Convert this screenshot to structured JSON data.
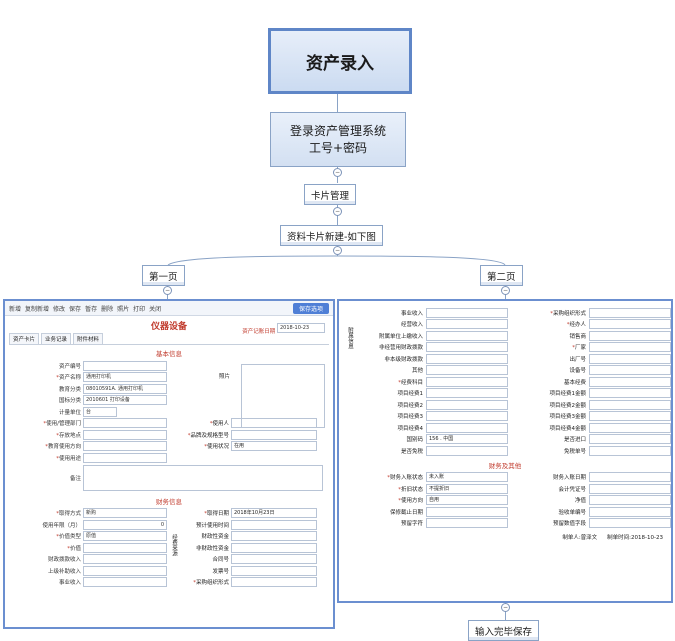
{
  "root": "资产录入",
  "login": {
    "line1": "登录资产管理系统",
    "line2": "工号+密码"
  },
  "card_mgmt": "卡片管理",
  "new_card": "资料卡片新建-如下图",
  "page1": "第一页",
  "page2": "第二页",
  "final": "输入完毕保存",
  "form1": {
    "toolbar": [
      "新增",
      "复制新增",
      "修改",
      "保存",
      "暂存",
      "删除",
      "照片",
      "打印",
      "关闭"
    ],
    "toolbar_button": "保存选项",
    "title": "仪器设备",
    "date_label": "资产记账日期",
    "date_value": "2018-10-23",
    "tabs": [
      "资产卡片",
      "业务记录",
      "附件材料"
    ],
    "section1": "基本信息",
    "section2": "财务信息",
    "photo_label": "照片",
    "remark_label": "备注",
    "fields": [
      {
        "label": "资产编号",
        "value": "",
        "req": false
      },
      {
        "label": "资产名称",
        "value": "通用打印机",
        "req": true
      },
      {
        "label": "教育分类",
        "value": "08010591A. 通用打印机",
        "req": false
      },
      {
        "label": "国标分类",
        "value": "2010601 打印设备",
        "req": false
      },
      {
        "label": "计量单位",
        "value": "台",
        "req": false
      }
    ],
    "pair_fields": [
      {
        "l1": "使用/管理部门",
        "v1": "",
        "l2": "使用人",
        "v2": ""
      },
      {
        "l1": "存放地点",
        "v1": "",
        "l2": "品牌及规格型号",
        "v2": ""
      },
      {
        "l1": "教育使用方向",
        "v1": "",
        "l2": "使用状况",
        "v2": "在用"
      },
      {
        "l1": "使用用途",
        "v1": "",
        "l2": "",
        "v2": ""
      }
    ],
    "fin_fields": [
      {
        "l1": "取得方式",
        "v1": "新购",
        "l2": "取得日期",
        "v2": "2018年10月23日"
      },
      {
        "l1": "使用年限（月）",
        "v1": "0",
        "l2": "预计使用时间",
        "v2": ""
      },
      {
        "l1": "价值类型",
        "v1": "原值",
        "l2": "财政性资金",
        "v2": ""
      },
      {
        "l1": "价值",
        "v1": "",
        "l2": "非财政性资金",
        "v2": ""
      },
      {
        "l1": "财政拨款收入",
        "v1": "",
        "l2": "合同号",
        "v2": ""
      },
      {
        "l1": "上级补助收入",
        "v1": "",
        "l2": "发票号",
        "v2": ""
      },
      {
        "l1": "事业收入",
        "v1": "",
        "l2": "采购组织形式",
        "v2": ""
      }
    ],
    "side_note": "经费来源"
  },
  "form2": {
    "side_label": "附属信息",
    "rows": [
      {
        "l1": "事业收入",
        "v1": "",
        "l2": "采购组织形式",
        "v2": ""
      },
      {
        "l1": "经营收入",
        "v1": "",
        "l2": "经办人",
        "v2": ""
      },
      {
        "l1": "附属单位上缴收入",
        "v1": "",
        "l2": "销售商",
        "v2": ""
      },
      {
        "l1": "非经营用财政拨款",
        "v1": "",
        "l2": "厂家",
        "v2": ""
      },
      {
        "l1": "非本级财政拨款",
        "v1": "",
        "l2": "出厂号",
        "v2": ""
      },
      {
        "l1": "其他",
        "v1": "",
        "l2": "设备号",
        "v2": ""
      },
      {
        "l1": "经费科目",
        "v1": "",
        "l2": "基本经费",
        "v2": ""
      },
      {
        "l1": "项目经费1",
        "v1": "",
        "l2": "项目经费1金额",
        "v2": ""
      },
      {
        "l1": "项目经费2",
        "v1": "",
        "l2": "项目经费2金额",
        "v2": ""
      },
      {
        "l1": "项目经费3",
        "v1": "",
        "l2": "项目经费3金额",
        "v2": ""
      },
      {
        "l1": "项目经费4",
        "v1": "",
        "l2": "项目经费4金额",
        "v2": ""
      },
      {
        "l1": "国别码",
        "v1": "156 . 中国",
        "l2": "是否进口",
        "v2": ""
      },
      {
        "l1": "是否免税",
        "v1": "",
        "l2": "免税单号",
        "v2": ""
      }
    ],
    "section": "财务及其他",
    "rows2": [
      {
        "l1": "财务入账状态",
        "v1": "未入账",
        "l2": "财务入账日期",
        "v2": ""
      },
      {
        "l1": "折旧状态",
        "v1": "不提折旧",
        "l2": "会计凭证号",
        "v2": ""
      },
      {
        "l1": "使用方向",
        "v1": "自用",
        "l2": "净值",
        "v2": ""
      },
      {
        "l1": "保修截止日期",
        "v1": "",
        "l2": "验收单编号",
        "v2": ""
      },
      {
        "l1": "预留字符",
        "v1": "",
        "l2": "预留数值字段",
        "v2": ""
      }
    ],
    "footer_maker": "制单人:曾泽文",
    "footer_time": "制单时间:2018-10-23"
  }
}
